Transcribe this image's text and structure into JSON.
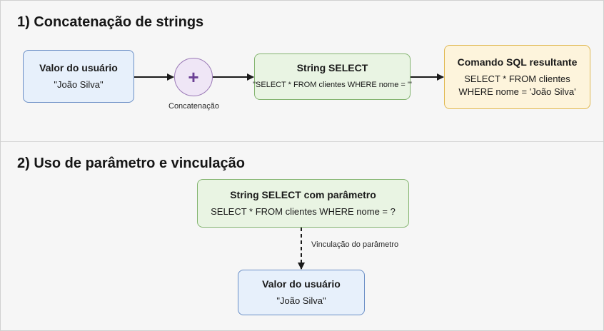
{
  "section1": {
    "title": "1) Concatenação de strings",
    "user_value_box": {
      "title": "Valor do usuário",
      "value": "\"João Silva\""
    },
    "concat_operator": {
      "symbol": "+",
      "caption": "Concatenação"
    },
    "select_string_box": {
      "title": "String SELECT",
      "value": "\"SELECT * FROM clientes WHERE nome = '\""
    },
    "result_box": {
      "title": "Comando SQL resultante",
      "line1": "SELECT * FROM clientes",
      "line2": "WHERE nome = 'João Silva'"
    }
  },
  "section2": {
    "title": "2) Uso de parâmetro e vinculação",
    "param_select_box": {
      "title": "String SELECT com parâmetro",
      "value": "SELECT * FROM clientes WHERE nome = ?"
    },
    "binding_caption": "Vinculação do parâmetro",
    "user_value_box": {
      "title": "Valor do usuário",
      "value": "\"João Silva\""
    }
  },
  "colors": {
    "blue_fill": "#e7f0fb",
    "blue_border": "#6b8fc6",
    "green_fill": "#e9f4e3",
    "green_border": "#83b46f",
    "yellow_fill": "#fdf4dc",
    "yellow_border": "#e0b851",
    "purple_fill": "#efe6f6",
    "purple_border": "#9a79b6",
    "arrow": "#1a1a1a"
  }
}
